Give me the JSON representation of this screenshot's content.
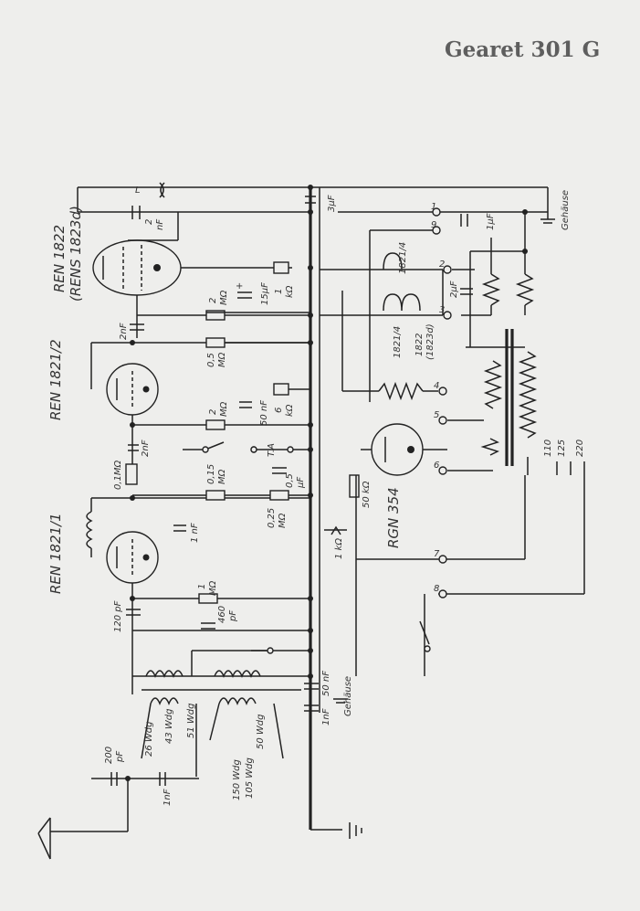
{
  "title": "Gearet 301 G",
  "tubes": {
    "v1": "REN 1822",
    "v1_alt": "(RENS 1823d)",
    "v2": "REN 1821/2",
    "v3": "REN 1821/1",
    "rect": "RGN 354"
  },
  "components": {
    "c_ant_top": "L",
    "c_2nf_top": "2",
    "c_2nf_top_b": "nF",
    "c_3uf": "3µF",
    "c_1uf": "1µF",
    "c_15uf": "15µF",
    "plus": "+",
    "r_1k": "1",
    "r_1k_b": "kΩ",
    "r_2m_a": "2",
    "r_2m_a_b": "MΩ",
    "c_2nf_b": "2nF",
    "r_05m": "0,5",
    "r_05m_b": "MΩ",
    "r_2m_b": "2",
    "r_2m_b_b": "MΩ",
    "c_50nf": "50 nF",
    "r_6k": "6",
    "r_6k_b": "kΩ",
    "c_2nf_c": "2nF",
    "r_01m": "0,1MΩ",
    "r_015m": "0,15",
    "r_015m_b": "MΩ",
    "c_05uf": "0,5",
    "c_05uf_b": "µF",
    "r_025m": "0,25",
    "r_025m_b": "MΩ",
    "r_50k": "50 kΩ",
    "r_1kpot": "1 kΩ",
    "c_1nf_a": "1 nF",
    "r_1m": "1",
    "r_1m_b": "MΩ",
    "c_460": "460",
    "c_460_b": "pF",
    "c_120": "120 pF",
    "c_50nf_b": "50 nF",
    "c_1nf_b": "1nF",
    "gehause_a": "Gehäuse",
    "gehause_b": "Gehäuse",
    "w26": "26 Wdg",
    "w43": "43 Wdg",
    "w51": "51 Wdg",
    "w150": "150 Wdg",
    "w105": "105 Wdg",
    "w50": "50 Wdg",
    "c_200": "200",
    "c_200_b": "pF",
    "c_1nf_c": "1nF",
    "t_1821_4": "1821/4",
    "t_1822": "1822",
    "t_1823d": "(1823d)",
    "t_1821_4b": "1821/4",
    "c_2uf": "2µF",
    "ta": "T.A",
    "v110": "110",
    "v125": "125",
    "v220": "220"
  },
  "terminals": [
    "1",
    "9",
    "2",
    "3",
    "4",
    "5",
    "6",
    "7",
    "8"
  ]
}
